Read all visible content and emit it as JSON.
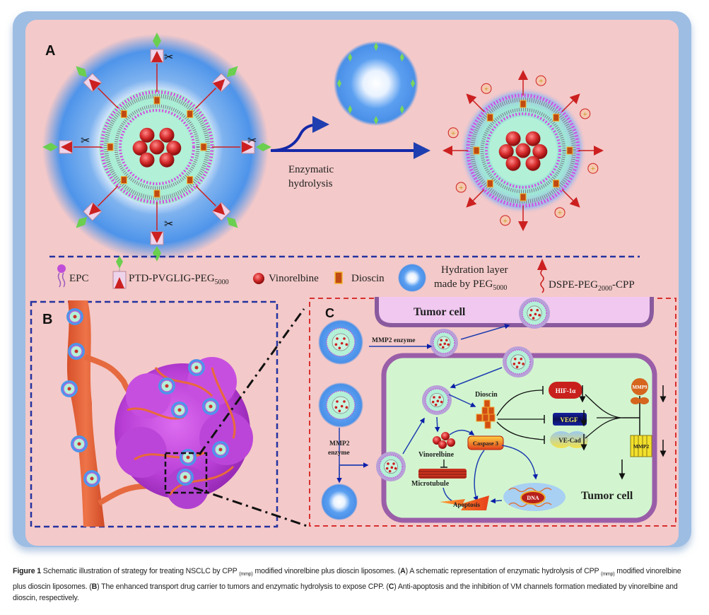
{
  "panels": {
    "a": {
      "label": "A",
      "arrow_text_line1": "Enzymatic",
      "arrow_text_line2": "hydrolysis"
    },
    "b": {
      "label": "B"
    },
    "c": {
      "label": "C",
      "top_cell_label": "Tumor cell",
      "bottom_cell_label": "Tumor cell",
      "mmp2_enzyme_top": "MMP2 enzyme",
      "mmp2_enzyme_left_line1": "MMP2",
      "mmp2_enzyme_left_line2": "enzyme",
      "dioscin": "Dioscin",
      "vinorelbine": "Vinorelbine",
      "microtubule": "Microtubule",
      "caspase": "Caspase 3",
      "apoptosis": "Apoptosis",
      "dna": "DNA",
      "hif": "HIF-1α",
      "vegf": "VEGF",
      "vecad": "VE-Cad",
      "mmp9": "MMP9",
      "mmp2": "MMP2"
    }
  },
  "legend": {
    "items": [
      {
        "icon": "epc-icon",
        "label": "EPC"
      },
      {
        "icon": "ptd-peg-icon",
        "label": "PTD-PVGLIG-PEG",
        "sub": "5000"
      },
      {
        "icon": "vinorelbine-icon",
        "label": "Vinorelbine"
      },
      {
        "icon": "dioscin-icon",
        "label": "Dioscin"
      },
      {
        "icon": "hydration-layer-icon",
        "label_line1": "Hydration layer",
        "label_line2": "made by PEG",
        "sub": "5000"
      },
      {
        "icon": "dspe-peg-cpp-icon",
        "label_pre": "DSPE-PEG",
        "sub": "2000",
        "label_post": "-CPP"
      }
    ]
  },
  "caption": {
    "figure_label": "Figure 1",
    "t1": " Schematic illustration of strategy for treating NSCLC by CPP ",
    "sub1": "(mmp)",
    "t2": " modified vinorelbine plus dioscin liposomes. (",
    "a": "A",
    "t3": ") A schematic representation of enzymatic hydrolysis of CPP ",
    "sub2": "(mmp)",
    "t4": " modified vinorelbine plus dioscin liposomes. (",
    "b": "B",
    "t5": ") The enhanced transport drug carrier to tumors and enzymatic hydrolysis to expose CPP. (",
    "c": "C",
    "t6": ") Anti-apoptosis and the inhibition of VM channels formation mediated by vinorelbine and dioscin, respectively."
  }
}
